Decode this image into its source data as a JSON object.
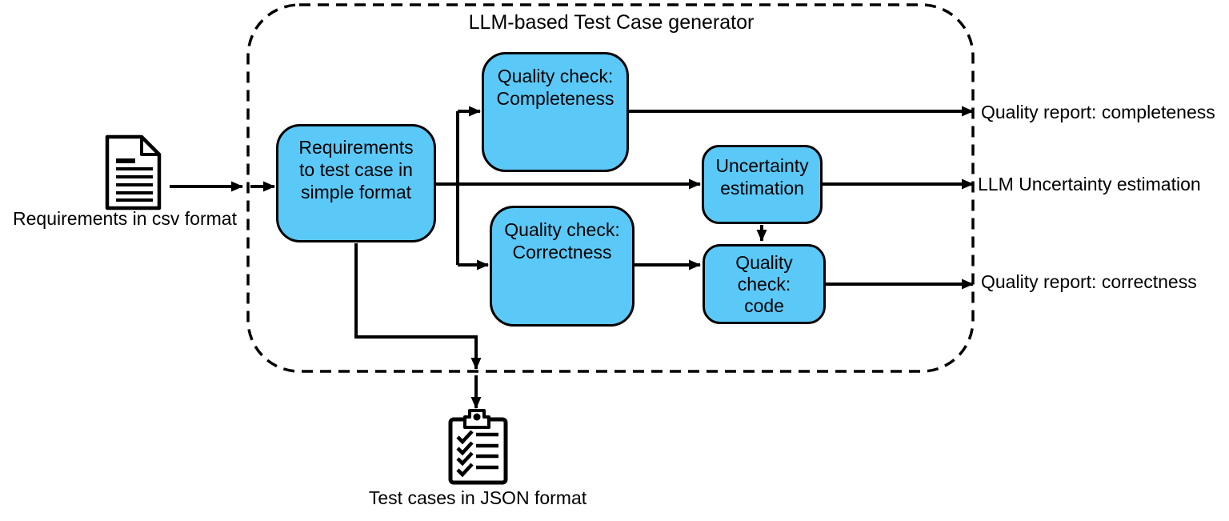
{
  "title": "LLM-based Test Case generator",
  "colors": {
    "node_fill": "#5BC9F8",
    "line": "#000000",
    "text": "#000000",
    "background": "#FFFFFF"
  },
  "nodes": {
    "requirements": {
      "label": "Requirements\nto test case in\nsimple format"
    },
    "completeness": {
      "label": "Quality check:\nCompleteness"
    },
    "correctness": {
      "label": "Quality check:\nCorrectness"
    },
    "uncertainty": {
      "label": "Uncertainty\nestimation"
    },
    "code": {
      "label": "Quality\ncheck:\ncode"
    }
  },
  "inputs": {
    "csv": {
      "label": "Requirements in csv format",
      "icon": "document-icon"
    }
  },
  "outputs": {
    "completeness": {
      "label": "Quality report: completeness"
    },
    "uncertainty": {
      "label": "LLM Uncertainty estimation"
    },
    "correctness": {
      "label": "Quality report: correctness"
    },
    "json": {
      "label": "Test cases in JSON format",
      "icon": "clipboard-icon"
    }
  }
}
